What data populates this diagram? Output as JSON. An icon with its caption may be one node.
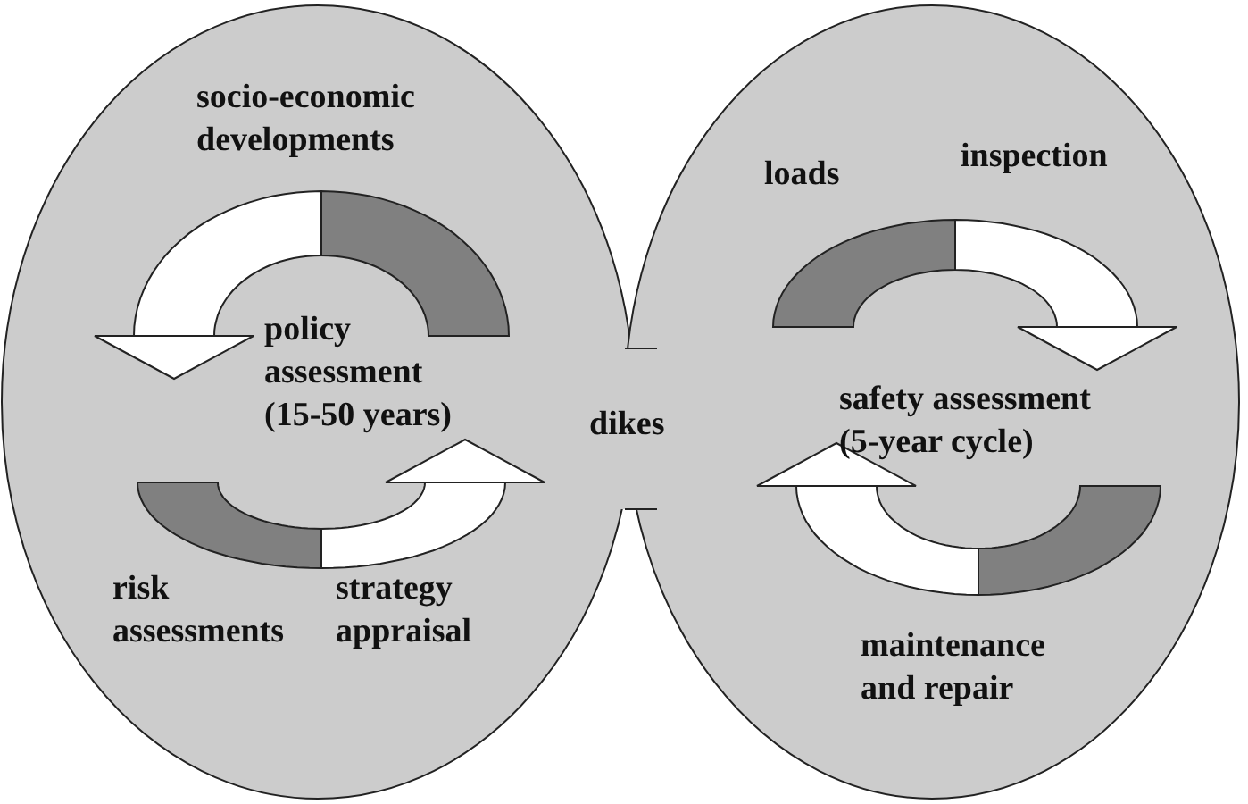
{
  "diagram": {
    "nodes": [
      {
        "text": [
          "dikes"
        ]
      }
    ],
    "edges": [],
    "labels": [
      "socio-economic developments",
      "inspection",
      "loads",
      "policy assessment (15-50 years)",
      "safety assessment (5-year cycle)",
      "risk assessments",
      "strategy appraisal",
      "maintenance and repair"
    ]
  }
}
